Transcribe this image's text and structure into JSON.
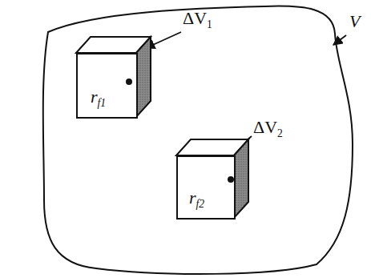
{
  "diagram": {
    "nodes": [
      {
        "text": [
          "V"
        ]
      },
      {
        "text": [
          "rf1"
        ],
        "in": 0
      },
      {
        "text": [
          "rf2"
        ],
        "in": 0
      }
    ],
    "labels": [
      "ΔV1",
      "ΔV2"
    ]
  }
}
